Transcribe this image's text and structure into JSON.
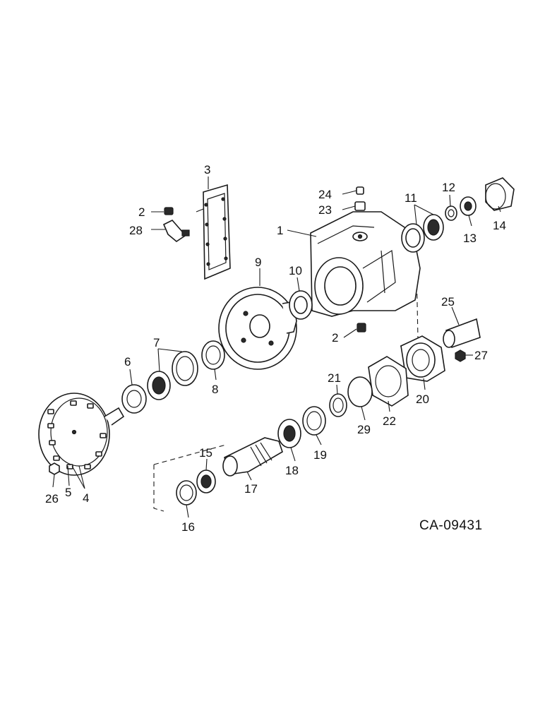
{
  "diagram": {
    "reference_code": "CA-09431",
    "callouts": {
      "c1": "1",
      "c2a": "2",
      "c2b": "2",
      "c3": "3",
      "c4": "4",
      "c5": "5",
      "c6": "6",
      "c7": "7",
      "c8": "8",
      "c9": "9",
      "c10": "10",
      "c11": "11",
      "c12": "12",
      "c13": "13",
      "c14": "14",
      "c15": "15",
      "c16": "16",
      "c17": "17",
      "c18": "18",
      "c19": "19",
      "c20": "20",
      "c21": "21",
      "c22": "22",
      "c23": "23",
      "c24": "24",
      "c25": "25",
      "c26": "26",
      "c27": "27",
      "c28": "28",
      "c29": "29"
    }
  }
}
